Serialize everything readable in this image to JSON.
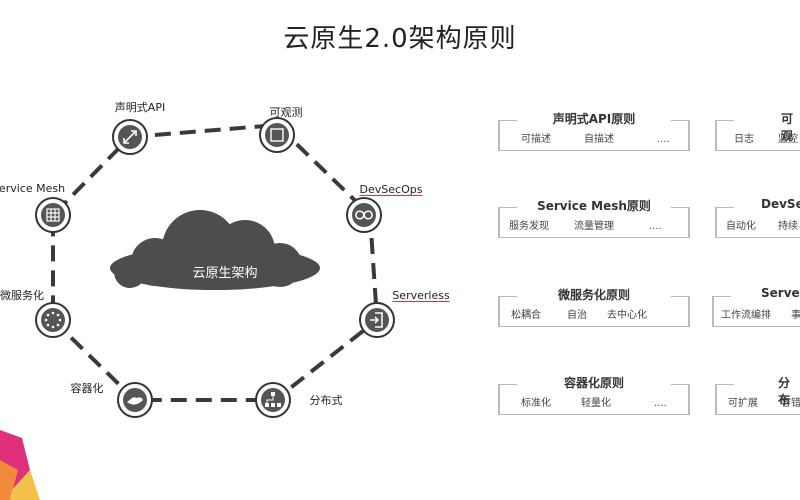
{
  "title": "云原生2.0架构原则",
  "center": {
    "label": "云原生架构"
  },
  "nodes": [
    {
      "label": "声明式API",
      "icon": "arrows-icon"
    },
    {
      "label": "可观测",
      "icon": "image-doc-icon"
    },
    {
      "label": "DevSecOps",
      "icon": "infinity-icon"
    },
    {
      "label": "Serverless",
      "icon": "login-icon"
    },
    {
      "label": "分布式",
      "icon": "hierarchy-icon"
    },
    {
      "label": "容器化",
      "icon": "whale-icon"
    },
    {
      "label": "微服务化",
      "icon": "dots-circle-icon"
    },
    {
      "label": "ervice Mesh",
      "icon": "grid-icon"
    }
  ],
  "cards": [
    {
      "title": "声明式API原则",
      "items": [
        "可描述",
        "自描述",
        "...."
      ]
    },
    {
      "title": "可观",
      "items": [
        "日志",
        "监控"
      ]
    },
    {
      "title": "Service Mesh原则",
      "items": [
        "服务发现",
        "流量管理",
        "...."
      ]
    },
    {
      "title": "DevSe",
      "items": [
        "自动化",
        "持续"
      ]
    },
    {
      "title": "微服务化原则",
      "items": [
        "松耦合",
        "自治",
        "去中心化"
      ]
    },
    {
      "title": "Serve",
      "items": [
        "工作流编排",
        "事"
      ]
    },
    {
      "title": "容器化原则",
      "items": [
        "标准化",
        "轻量化",
        "...."
      ]
    },
    {
      "title": "分布",
      "items": [
        "可扩展",
        "容错"
      ]
    }
  ],
  "colors": {
    "dark": "#4a4a4a",
    "line": "#3a3a3a",
    "cloud": "#4d4d4d",
    "accent": "#e0307a"
  }
}
